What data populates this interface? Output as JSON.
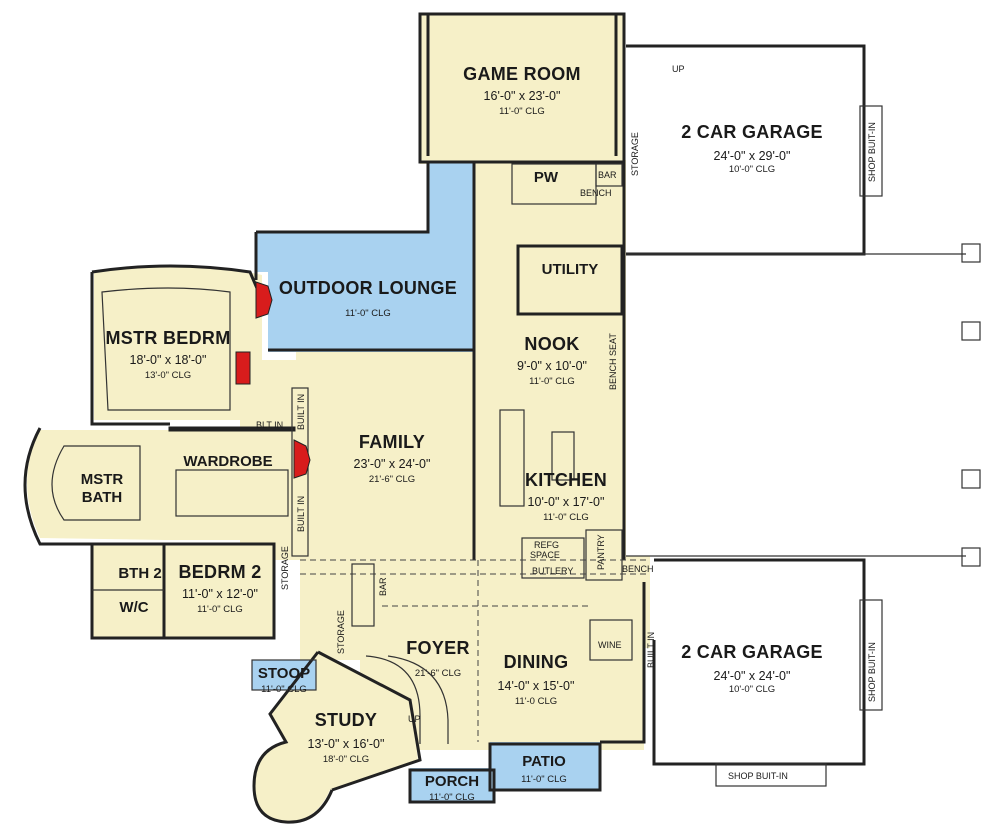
{
  "colors": {
    "interior": "#f6f0c8",
    "outdoor": "#a9d2f0",
    "garage": "#ffffff",
    "wall": "#222222",
    "fireplace": "#d81c1c"
  },
  "rooms": {
    "game_room": {
      "name": "GAME ROOM",
      "dim": "16'-0\" x 23'-0\"",
      "clg": "11'-0\" CLG"
    },
    "garage_top": {
      "name": "2 CAR GARAGE",
      "dim": "24'-0\" x 29'-0\"",
      "clg": "10'-0\" CLG"
    },
    "pw": {
      "name": "PW"
    },
    "utility": {
      "name": "UTILITY"
    },
    "outdoor_lounge": {
      "name": "OUTDOOR LOUNGE",
      "clg": "11'-0\" CLG"
    },
    "mstr_bedrm": {
      "name": "MSTR BEDRM",
      "dim": "18'-0\" x 18'-0\"",
      "clg": "13'-0\" CLG"
    },
    "nook": {
      "name": "NOOK",
      "dim": "9'-0\" x 10'-0\"",
      "clg": "11'-0\" CLG"
    },
    "family": {
      "name": "FAMILY",
      "dim": "23'-0\" x 24'-0\"",
      "clg": "21'-6\" CLG"
    },
    "wardrobe": {
      "name": "WARDROBE"
    },
    "mstr_bath": {
      "name_1": "MSTR",
      "name_2": "BATH"
    },
    "kitchen": {
      "name": "KITCHEN",
      "dim": "10'-0\" x 17'-0\"",
      "clg": "11'-0\" CLG"
    },
    "bth2": {
      "name": "BTH 2"
    },
    "bedrm2": {
      "name": "BEDRM 2",
      "dim": "11'-0\" x 12'-0\"",
      "clg": "11'-0\" CLG"
    },
    "wc": {
      "name": "W/C"
    },
    "foyer": {
      "name": "FOYER",
      "clg": "21'-6\" CLG"
    },
    "dining": {
      "name": "DINING",
      "dim": "14'-0\" x 15'-0\"",
      "clg": "11'-0 CLG"
    },
    "garage_bottom": {
      "name": "2 CAR GARAGE",
      "dim": "24'-0\" x 24'-0\"",
      "clg": "10'-0\" CLG"
    },
    "stoop": {
      "name": "STOOP",
      "clg": "11'-0\" CLG"
    },
    "study": {
      "name": "STUDY",
      "dim": "13'-0\" x 16'-0\"",
      "clg": "18'-0\" CLG"
    },
    "porch": {
      "name": "PORCH",
      "clg": "11'-0\" CLG"
    },
    "patio": {
      "name": "PATIO",
      "clg": "11'-0\" CLG"
    }
  },
  "tags": {
    "up_top": "UP",
    "storage_top": "STORAGE",
    "bar_top": "BAR",
    "bench_top": "BENCH",
    "shop_built_in_top": "SHOP BUIT-IN",
    "bench_seat": "BENCH SEAT",
    "blt_in": "BLT IN",
    "built_in_1": "BUILT IN",
    "built_in_2": "BUILT IN",
    "storage_left": "STORAGE",
    "bar_mid": "BAR",
    "refg_space_1": "REFG",
    "refg_space_2": "SPACE",
    "butlery": "BUTLERY",
    "pantry": "PANTRY",
    "bench_bottom": "BENCH",
    "storage_stair": "STORAGE",
    "wine": "WINE",
    "built_in_dining": "BUILT IN",
    "shop_built_in_bottom": "SHOP BUIT-IN",
    "shop_built_in_garage": "SHOP BUIT-IN",
    "up_stair": "UP"
  }
}
